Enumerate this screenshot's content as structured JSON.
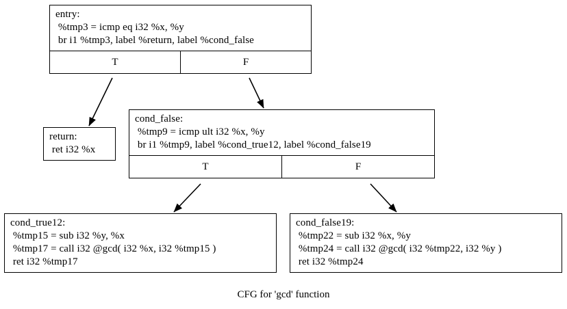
{
  "graph": {
    "caption": "CFG for 'gcd' function",
    "port_true_label": "T",
    "port_false_label": "F",
    "nodes": [
      {
        "id": "entry",
        "label": "entry",
        "lines": [
          "entry:",
          " %tmp3 = icmp eq i32 %x, %y",
          " br i1 %tmp3, label %return, label %cond_false"
        ],
        "has_ports": true
      },
      {
        "id": "return",
        "label": "return",
        "lines": [
          "return:",
          " ret i32 %x"
        ],
        "has_ports": false
      },
      {
        "id": "cond_false",
        "label": "cond_false",
        "lines": [
          "cond_false:",
          " %tmp9 = icmp ult i32 %x, %y",
          " br i1 %tmp9, label %cond_true12, label %cond_false19"
        ],
        "has_ports": true
      },
      {
        "id": "cond_true12",
        "label": "cond_true12",
        "lines": [
          "cond_true12:",
          " %tmp15 = sub i32 %y, %x",
          " %tmp17 = call i32 @gcd( i32 %x, i32 %tmp15 )",
          " ret i32 %tmp17"
        ],
        "has_ports": false
      },
      {
        "id": "cond_false19",
        "label": "cond_false19",
        "lines": [
          "cond_false19:",
          " %tmp22 = sub i32 %x, %y",
          " %tmp24 = call i32 @gcd( i32 %tmp22, i32 %y )",
          " ret i32 %tmp24"
        ],
        "has_ports": false
      }
    ],
    "edges": [
      {
        "id": "entry-T-to-return",
        "from": "entry",
        "from_port": "T",
        "to": "return"
      },
      {
        "id": "entry-F-to-cond-false",
        "from": "entry",
        "from_port": "F",
        "to": "cond_false"
      },
      {
        "id": "cond-false-T-to-cond-true12",
        "from": "cond_false",
        "from_port": "T",
        "to": "cond_true12"
      },
      {
        "id": "cond-false-F-to-cond-false19",
        "from": "cond_false",
        "from_port": "F",
        "to": "cond_false19"
      }
    ],
    "colors": {
      "background": "#ffffff",
      "node_border": "#000000",
      "node_fill": "#ffffff",
      "edge": "#000000",
      "text": "#000000"
    }
  }
}
